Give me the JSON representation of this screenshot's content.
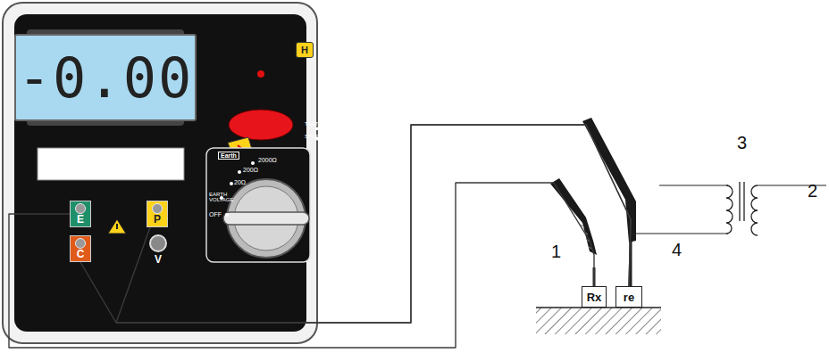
{
  "diagram": {
    "nodes": [
      {
        "text": [
          "-0.00"
        ]
      },
      {
        "text": [
          "H"
        ]
      },
      {
        "text": [
          "E"
        ]
      },
      {
        "text": [
          "P"
        ]
      },
      {
        "text": [
          "C"
        ]
      },
      {
        "text": [
          "V"
        ]
      },
      {
        "text": [
          "Rx"
        ]
      },
      {
        "text": [
          "re"
        ]
      }
    ],
    "edges": [
      {
        "from": 2,
        "to": 6,
        "arrow": "none"
      },
      {
        "from": 4,
        "to": 7,
        "arrow": "none"
      },
      {
        "from": 3,
        "to": 7,
        "arrow": "none"
      }
    ],
    "labels": [
      "TEST",
      "STOP",
      "Earth",
      "2000Ω",
      "200Ω",
      "20Ω",
      "EARTH VOLTAGE",
      "OFF",
      "1",
      "2",
      "3",
      "4"
    ]
  }
}
